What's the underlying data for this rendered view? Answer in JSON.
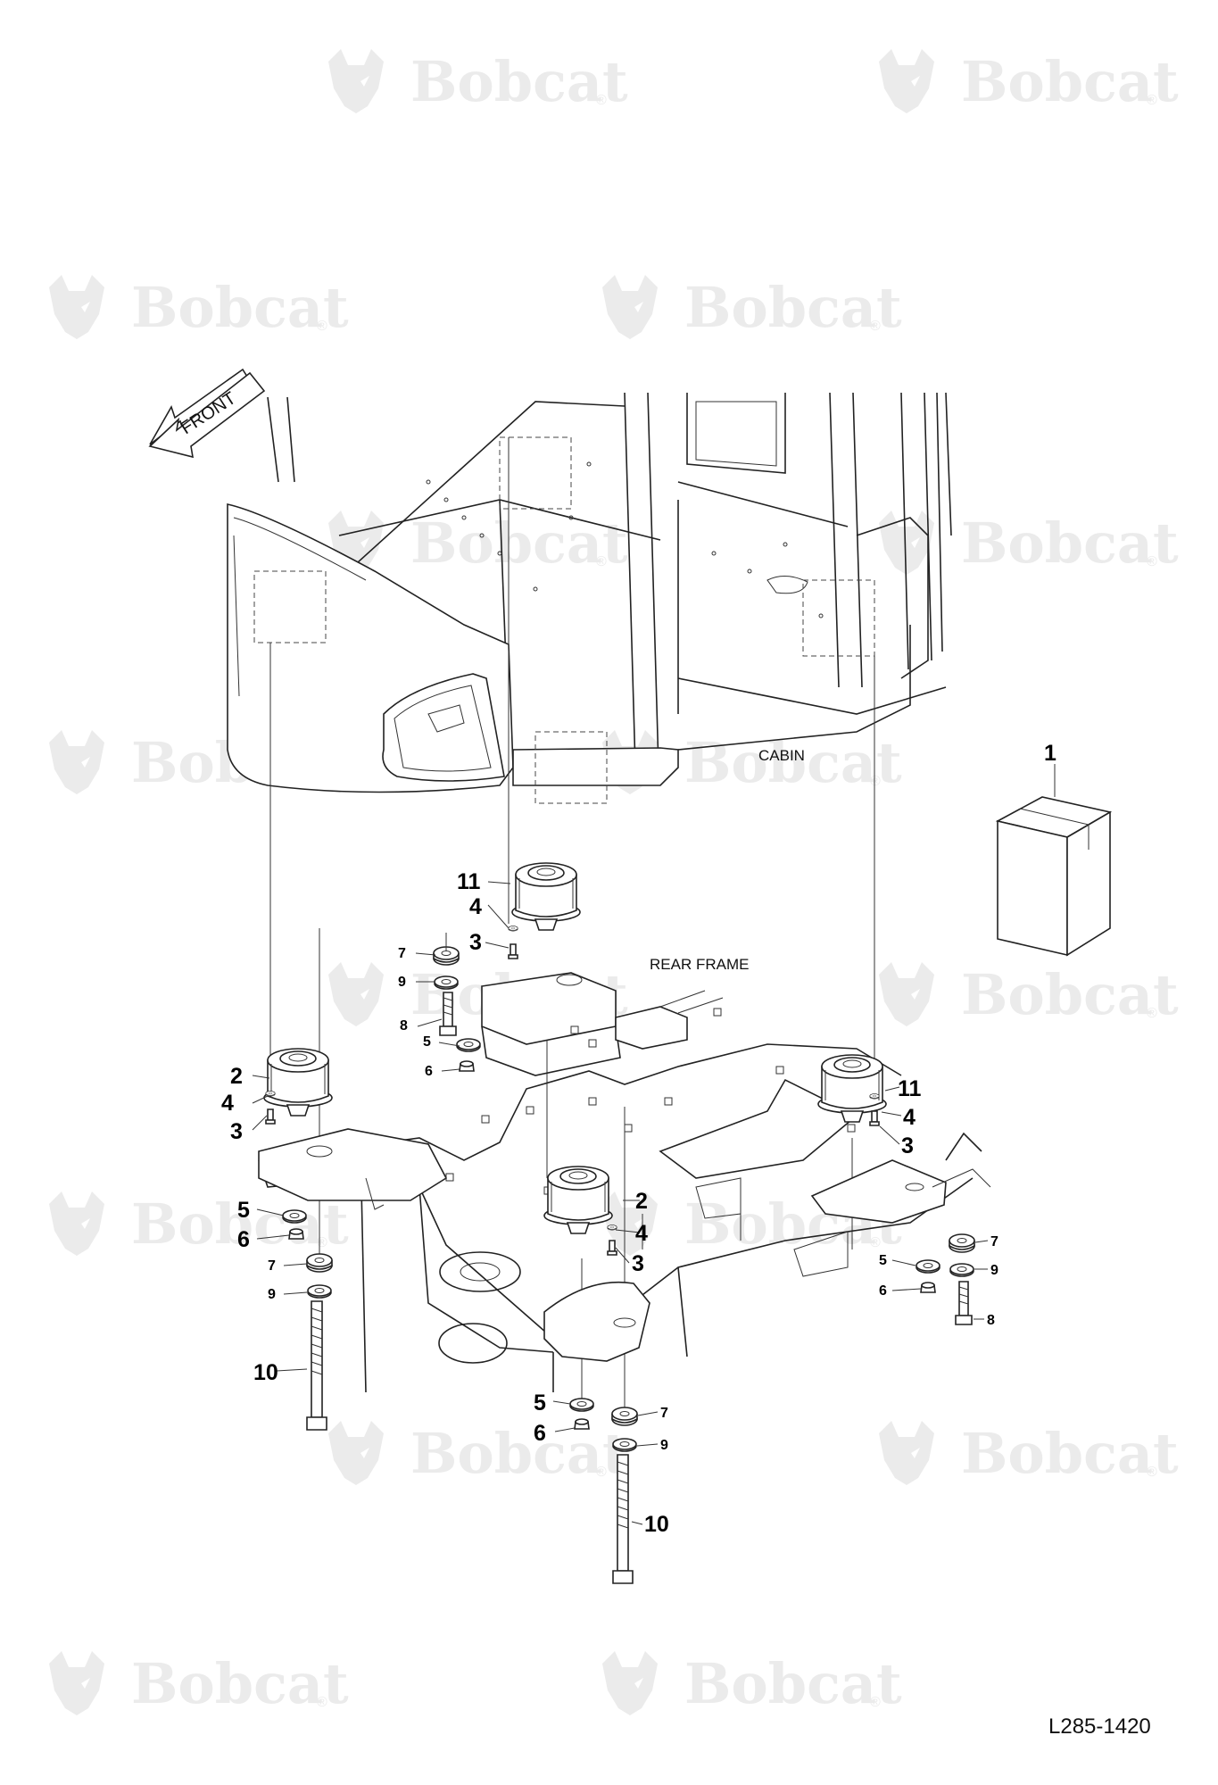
{
  "watermark": {
    "brand": "Bobcat",
    "reg_mark": "®"
  },
  "labels": {
    "cabin": "CABIN",
    "rear_frame": "REAR FRAME",
    "front": "FRONT"
  },
  "drawing_id": "L285-1420",
  "callouts": {
    "kit": "1",
    "mount_left": {
      "part": "2",
      "washer": "4",
      "bolt": "3"
    },
    "mount_center": {
      "part": "2",
      "washer": "4",
      "bolt": "3"
    },
    "mount_top": {
      "part": "11",
      "washer": "4",
      "bolt": "3"
    },
    "mount_right": {
      "part": "11",
      "washer": "4",
      "bolt": "3"
    },
    "stack_top": {
      "p7": "7",
      "p9": "9",
      "p8": "8",
      "p5": "5",
      "p6": "6"
    },
    "stack_left": {
      "p5": "5",
      "p6": "6",
      "p7": "7",
      "p9": "9",
      "p10": "10"
    },
    "stack_center": {
      "p5": "5",
      "p6": "6",
      "p7": "7",
      "p9": "9",
      "p10": "10"
    },
    "stack_right": {
      "p7": "7",
      "p9": "9",
      "p8": "8",
      "p5": "5",
      "p6": "6"
    }
  }
}
